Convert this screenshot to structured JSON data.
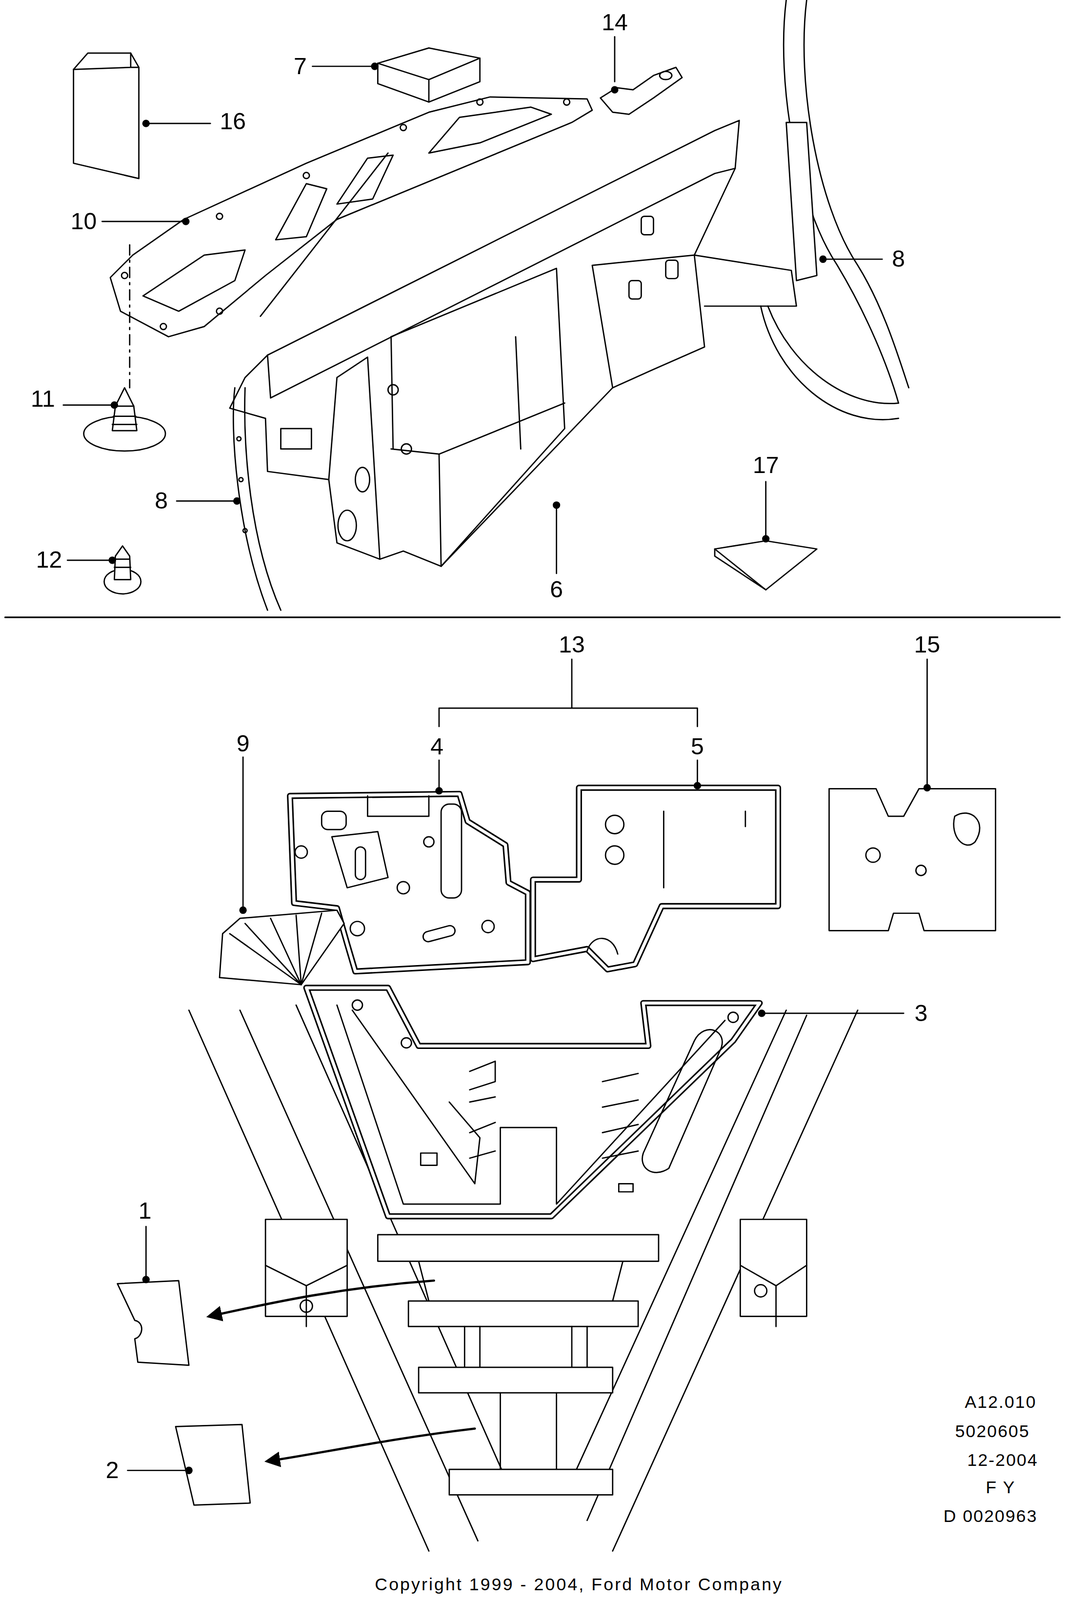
{
  "diagram": {
    "caption": "Copyright 1999 - 2004, Ford Motor Company",
    "labels": [
      "14",
      "7",
      "16",
      "10",
      "8",
      "11",
      "8",
      "17",
      "12",
      "6",
      "13",
      "15",
      "9",
      "4",
      "5",
      "3",
      "1",
      "2",
      "A12.010",
      "5020605",
      "12-2004",
      "F Y",
      "D 0020963"
    ]
  }
}
